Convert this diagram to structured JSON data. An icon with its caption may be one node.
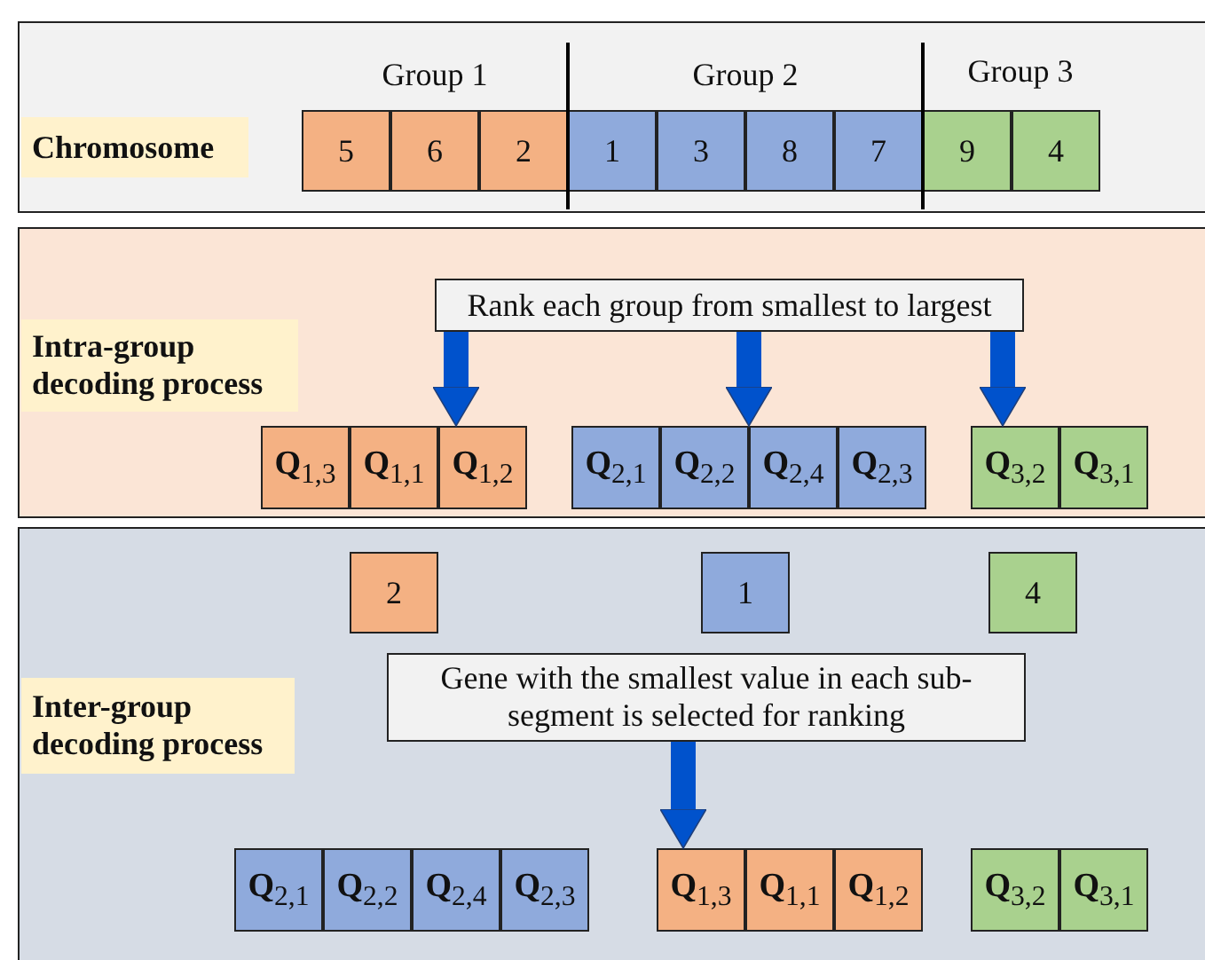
{
  "diagram": {
    "nodes": [
      {
        "text": [],
        "shape": "box"
      },
      {
        "text": [
          "Chromosome"
        ],
        "in": 0
      },
      {
        "text": [
          "5"
        ],
        "in": 0
      },
      {
        "text": [
          "6"
        ],
        "in": 0
      },
      {
        "text": [
          "2"
        ],
        "in": 0
      },
      {
        "text": [
          "1"
        ],
        "in": 0
      },
      {
        "text": [
          "3"
        ],
        "in": 0
      },
      {
        "text": [
          "8"
        ],
        "in": 0
      },
      {
        "text": [
          "7"
        ],
        "in": 0
      },
      {
        "text": [
          "9"
        ],
        "in": 0
      },
      {
        "text": [
          "4"
        ],
        "in": 0
      },
      {
        "text": [],
        "shape": "box"
      },
      {
        "text": [
          "Intra-group decoding process"
        ],
        "in": 11
      },
      {
        "text": [
          "Rank each group from smallest to largest"
        ],
        "in": 11
      },
      {
        "text": [],
        "shape": "box",
        "in": 11
      },
      {
        "text": [
          "**Q**$_{1,3}$"
        ],
        "in": 14
      },
      {
        "text": [
          "**Q**$_{1,1}$"
        ],
        "in": 14
      },
      {
        "text": [
          "**Q**$_{1,2}$"
        ],
        "in": 14
      },
      {
        "text": [],
        "shape": "box",
        "in": 11
      },
      {
        "text": [
          "**Q**$_{2,1}$"
        ],
        "in": 18
      },
      {
        "text": [
          "**Q**$_{2,2}$"
        ],
        "in": 18
      },
      {
        "text": [
          "**Q**$_{2,4}$"
        ],
        "in": 18
      },
      {
        "text": [
          "**Q**$_{2,3}$"
        ],
        "in": 18
      },
      {
        "text": [],
        "shape": "box",
        "in": 11
      },
      {
        "text": [
          "**Q**$_{3,2}$"
        ],
        "in": 23
      },
      {
        "text": [
          "**Q**$_{3,1}$"
        ],
        "in": 23
      },
      {
        "text": [],
        "shape": "box"
      },
      {
        "text": [
          "2"
        ],
        "in": 26
      },
      {
        "text": [
          "1"
        ],
        "in": 26
      },
      {
        "text": [
          "4"
        ],
        "in": 26
      },
      {
        "text": [
          "Inter-group decoding process"
        ],
        "in": 26
      },
      {
        "text": [
          "Gene with the smallest value in each sub-segment is selected for ranking"
        ],
        "in": 26
      },
      {
        "text": [],
        "shape": "box",
        "in": 26
      },
      {
        "text": [
          "**Q**$_{2,1}$"
        ],
        "in": 32
      },
      {
        "text": [
          "**Q**$_{2,2}$"
        ],
        "in": 32
      },
      {
        "text": [
          "**Q**$_{2,4}$"
        ],
        "in": 32
      },
      {
        "text": [
          "**Q**$_{2,3}$"
        ],
        "in": 32
      },
      {
        "text": [],
        "shape": "box",
        "in": 26
      },
      {
        "text": [
          "**Q**$_{1,3}$"
        ],
        "in": 37
      },
      {
        "text": [
          "**Q**$_{1,1}$"
        ],
        "in": 37
      },
      {
        "text": [
          "**Q**$_{1,2}$"
        ],
        "in": 37
      },
      {
        "text": [],
        "shape": "box",
        "in": 26
      },
      {
        "text": [
          "**Q**$_{3,2}$"
        ],
        "in": 41
      },
      {
        "text": [
          "**Q**$_{3,1}$"
        ],
        "in": 41
      }
    ],
    "edges": [
      {
        "from": 13,
        "to": 14,
        "arrow": "to"
      },
      {
        "from": 13,
        "to": 18,
        "arrow": "to"
      },
      {
        "from": 13,
        "to": 23,
        "arrow": "to"
      },
      {
        "from": 31,
        "to": 37,
        "arrow": "to"
      }
    ],
    "labels": [
      "Group 1",
      "Group 2",
      "Group 3"
    ]
  }
}
